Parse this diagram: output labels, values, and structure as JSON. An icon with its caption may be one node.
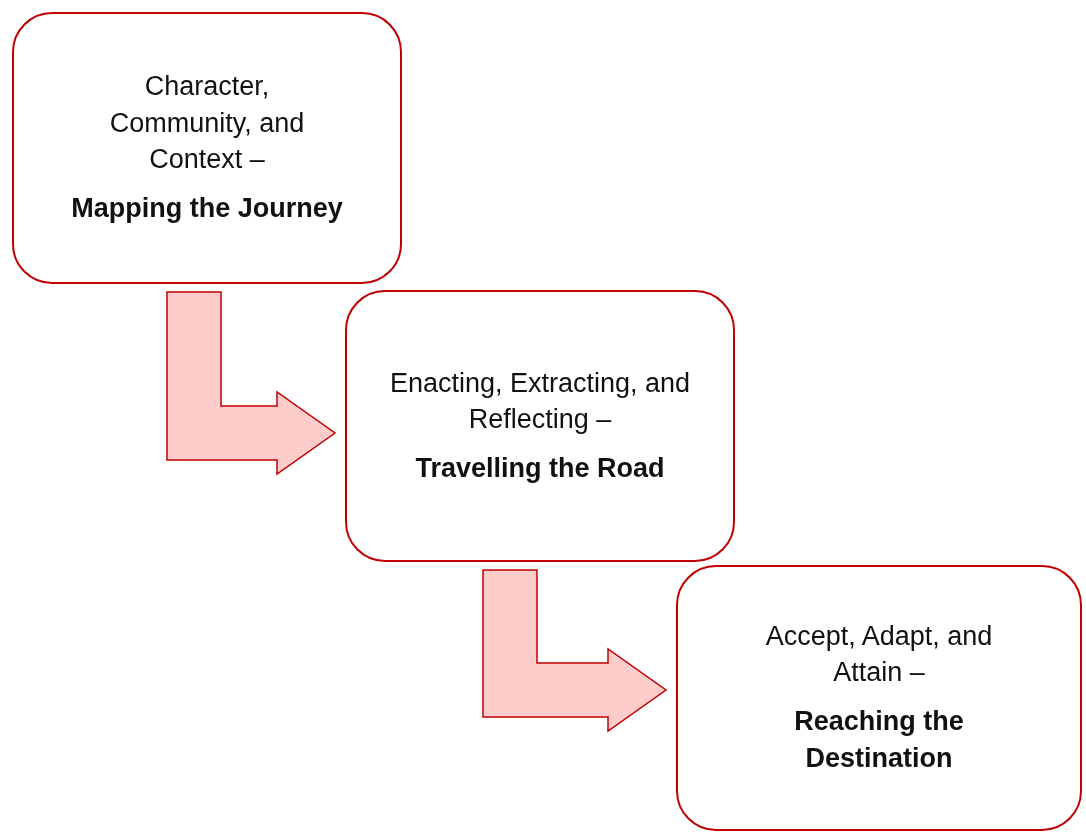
{
  "diagram": {
    "nodes": [
      {
        "text": [
          "Character, Community, and Context –",
          "Mapping the Journey"
        ]
      },
      {
        "text": [
          "Enacting, Extracting, and Reflecting –",
          "Travelling the Road"
        ]
      },
      {
        "text": [
          "Accept, Adapt, and Attain –",
          "Reaching the Destination"
        ]
      }
    ],
    "edges": [
      {
        "from": 0,
        "to": 1,
        "arrow": "to"
      },
      {
        "from": 1,
        "to": 2,
        "arrow": "to"
      }
    ]
  }
}
